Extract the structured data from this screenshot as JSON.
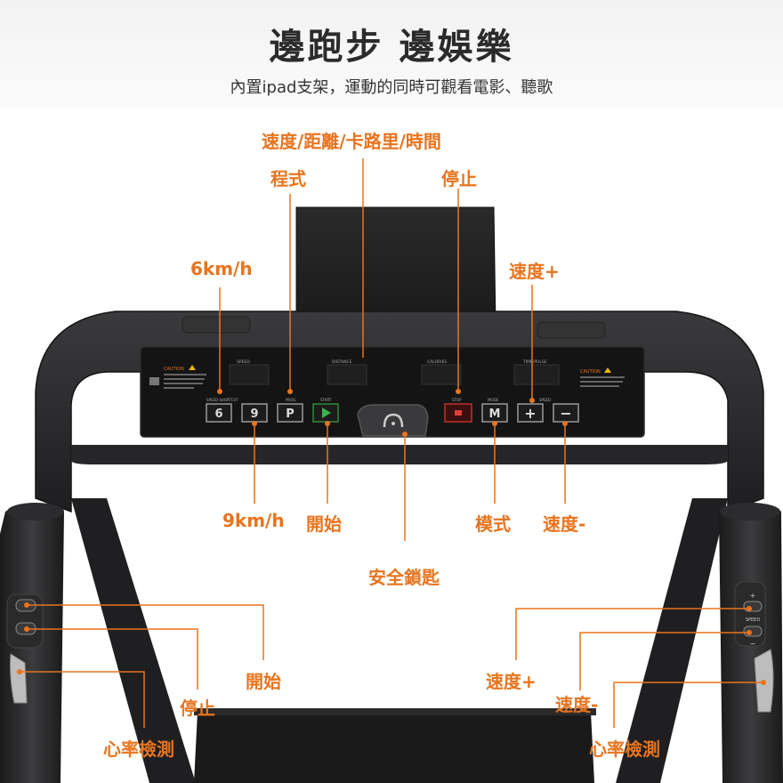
{
  "header": {
    "title": "邊跑步 邊娛樂",
    "subtitle": "內置ipad支架，運動的同時可觀看電影、聽歌"
  },
  "callouts": {
    "display": "速度/距離/卡路里/時間",
    "program": "程式",
    "stop": "停止",
    "speed_6": "6km/h",
    "speed_up": "速度+",
    "speed_9": "9km/h",
    "start": "開始",
    "mode": "模式",
    "speed_down": "速度-",
    "safety_key": "安全鎖匙",
    "left_start": "開始",
    "left_stop": "停止",
    "left_heart": "心率檢測",
    "right_speed_up": "速度+",
    "right_speed_down": "速度-",
    "right_heart": "心率檢測"
  },
  "console": {
    "speed": "SPEED",
    "distance": "DISTANCE",
    "calories": "CALORIES",
    "time_pulse": "TIME/PULSE",
    "caution": "CAUTION",
    "speed_shortcut": "SPEED SHORTCUT",
    "prog": "PROG",
    "start": "START",
    "stop": "STOP",
    "mode": "MODE",
    "btn_6": "6",
    "btn_9": "9",
    "btn_p": "P",
    "btn_m": "M",
    "btn_plus": "+",
    "btn_minus": "−"
  },
  "grips": {
    "right_plus": "+",
    "right_speed": "SPEED",
    "right_minus": "−"
  },
  "colors": {
    "accent": "#e8741e",
    "frame": "#2e2e30",
    "console": "#161616"
  }
}
